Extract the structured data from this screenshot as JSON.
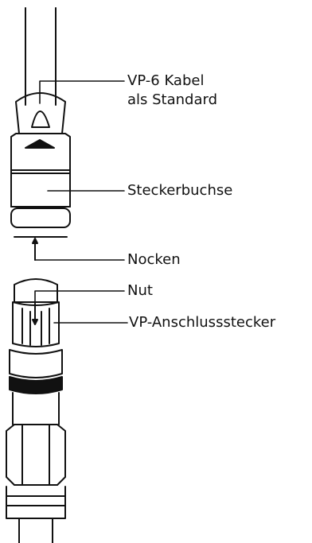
{
  "labels": {
    "cable": [
      "VP-6 Kabel",
      "als Standard"
    ],
    "socket": "Steckerbuchse",
    "cam": "Nocken",
    "groove": "Nut",
    "plug": "VP-Anschlussstecker"
  },
  "colors": {
    "stroke": "#111111",
    "background": "#ffffff"
  }
}
